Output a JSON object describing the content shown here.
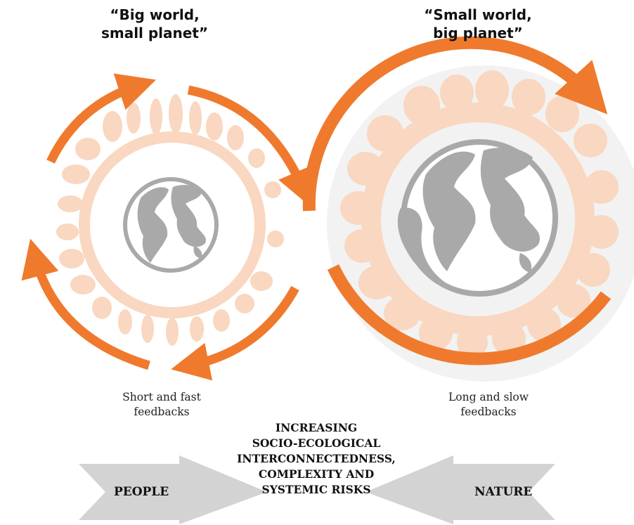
{
  "left_panel": {
    "title_lines": [
      "“Big world,",
      "small planet”"
    ],
    "caption_lines": [
      "Short and fast",
      "feedbacks"
    ]
  },
  "right_panel": {
    "title_lines": [
      "“Small world,",
      "big planet”"
    ],
    "caption_lines": [
      "Long and slow",
      "feedbacks"
    ]
  },
  "center_lines": [
    "INCREASING",
    "SOCIO-ECOLOGICAL",
    "INTERCONNECTEDNESS,",
    "COMPLEXITY AND",
    "SYSTEMIC RISKS"
  ],
  "arrows": {
    "left_label": "PEOPLE",
    "right_label": "NATURE"
  },
  "colors": {
    "accent_orange": "#ef7a2d",
    "ring_peach": "#f9d7c0",
    "globe_gray": "#a9a9a9",
    "arrow_gray": "#d3d3d3"
  }
}
